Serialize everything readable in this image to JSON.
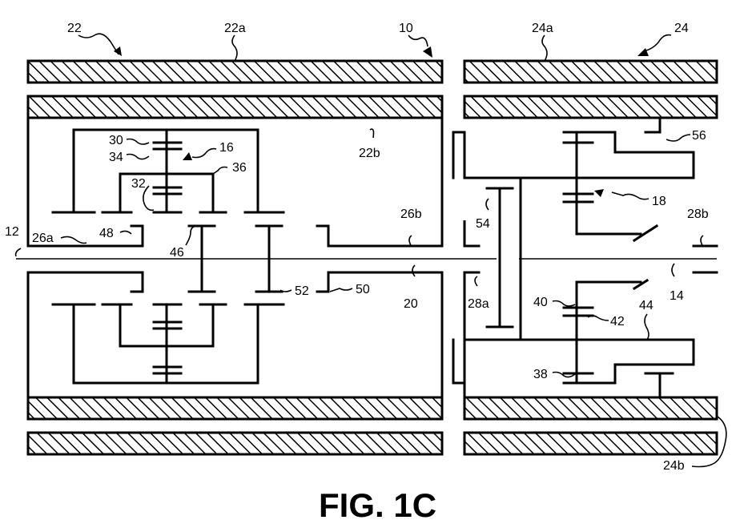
{
  "figure": {
    "caption": "FIG. 1C"
  },
  "labels": {
    "l22": "22",
    "l22a": "22a",
    "l10": "10",
    "l24a": "24a",
    "l24": "24",
    "l22b": "22b",
    "l30": "30",
    "l34": "34",
    "l16": "16",
    "l36": "36",
    "l32": "32",
    "l12": "12",
    "l26a": "26a",
    "l48": "48",
    "l46": "46",
    "l26b": "26b",
    "l20": "20",
    "l52": "52",
    "l50": "50",
    "l56": "56",
    "l18": "18",
    "l54": "54",
    "l28b": "28b",
    "l14": "14",
    "l28a": "28a",
    "l40": "40",
    "l42": "42",
    "l44": "44",
    "l38": "38",
    "l24b": "24b"
  }
}
